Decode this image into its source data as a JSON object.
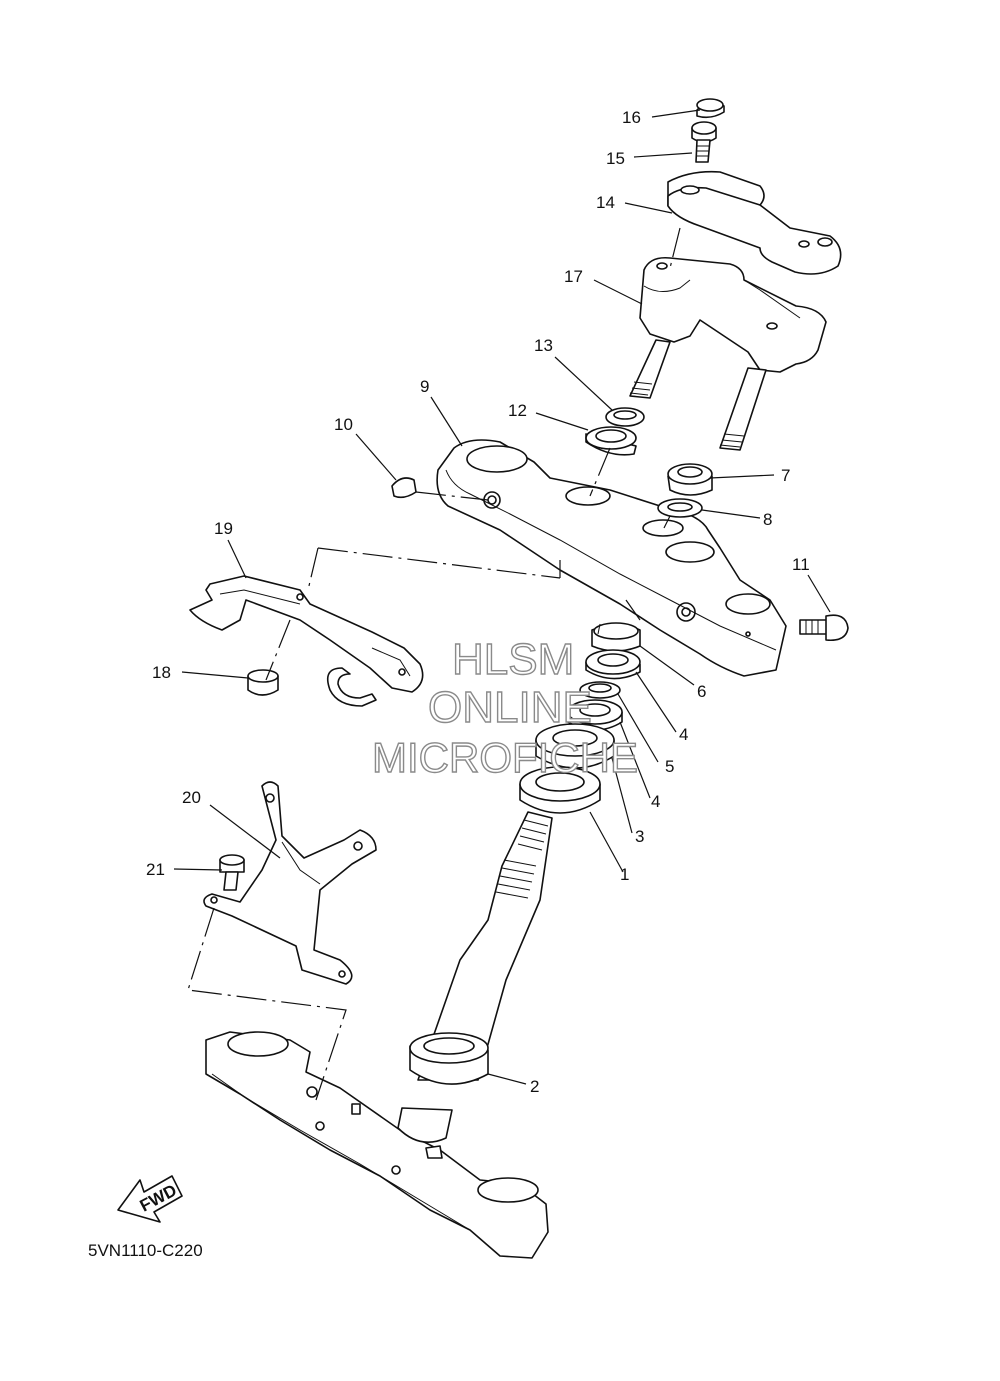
{
  "diagram_code": "5VN1110-C220",
  "fwd_label": "FWD",
  "watermark": {
    "line1": "HLSM",
    "line2": "ONLINE",
    "line3": "MICROFICHE"
  },
  "callouts": {
    "c1": "1",
    "c2": "2",
    "c3": "3",
    "c4a": "4",
    "c4b": "4",
    "c5": "5",
    "c6": "6",
    "c7": "7",
    "c8": "8",
    "c9": "9",
    "c10": "10",
    "c11": "11",
    "c12": "12",
    "c13": "13",
    "c14": "14",
    "c15": "15",
    "c16": "16",
    "c17": "17",
    "c18": "18",
    "c19": "19",
    "c20": "20",
    "c21": "21"
  }
}
